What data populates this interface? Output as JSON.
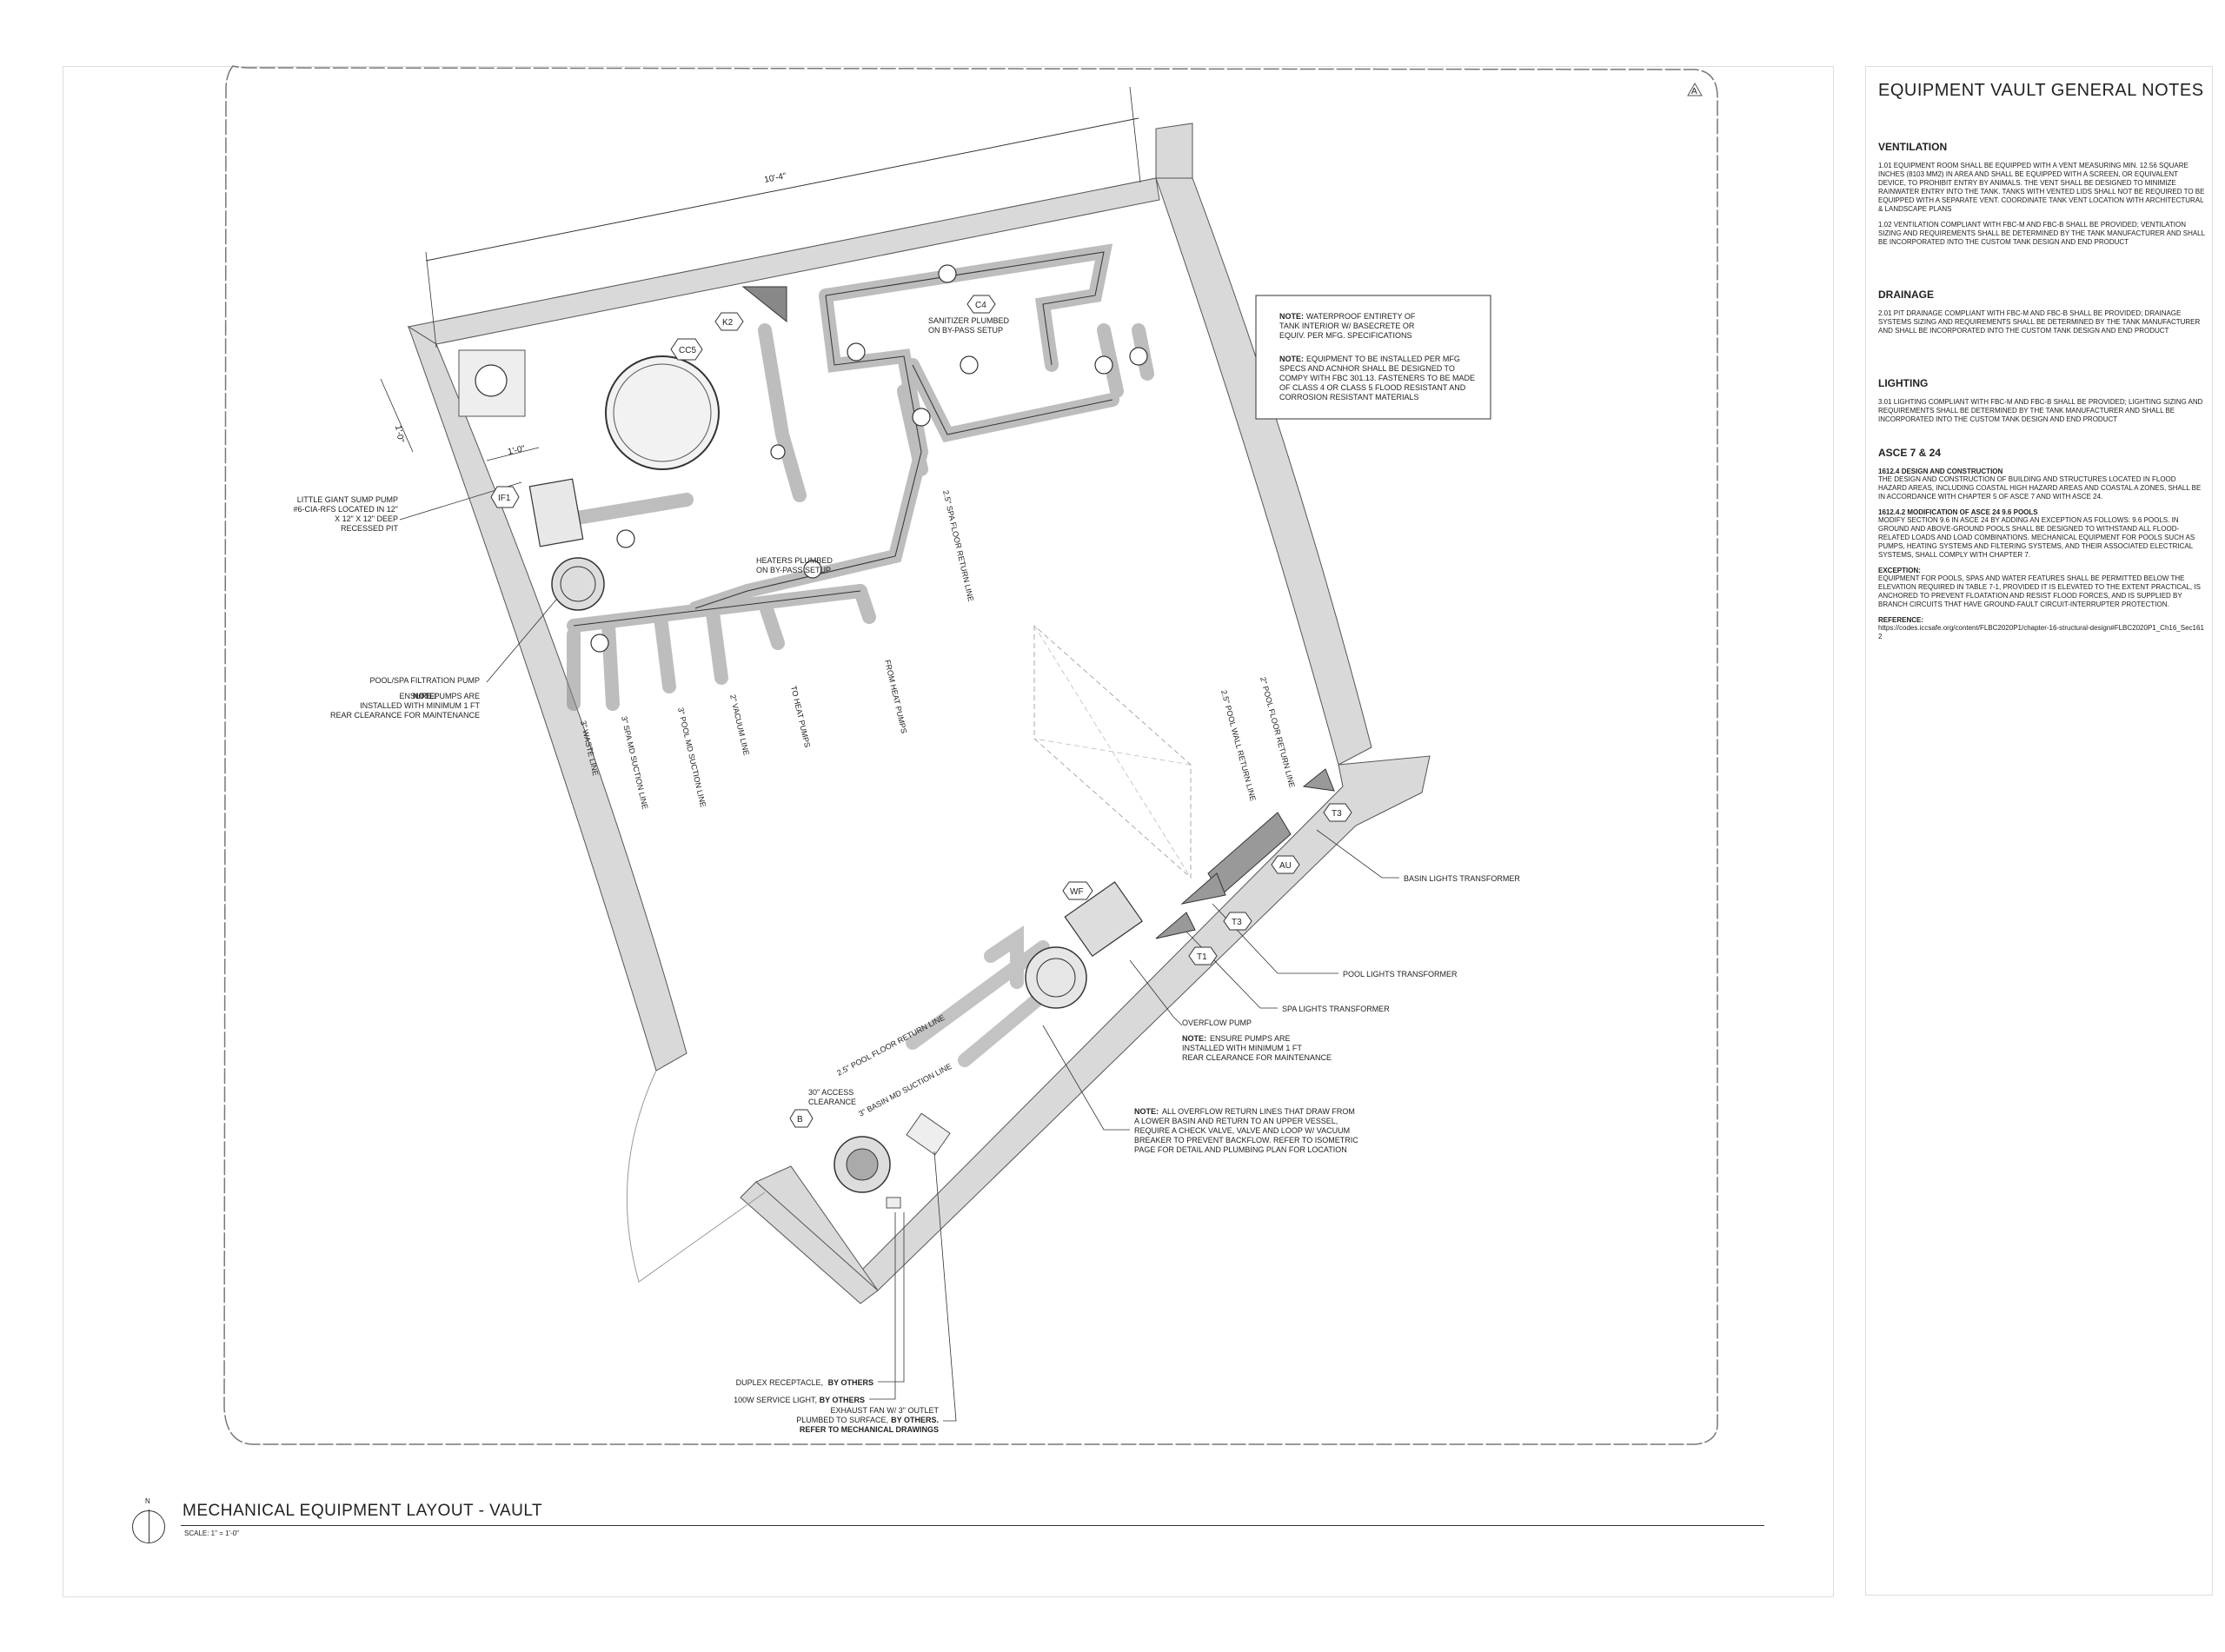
{
  "notes_panel": {
    "title": "EQUIPMENT VAULT GENERAL NOTES",
    "ventilation": {
      "heading": "VENTILATION",
      "p1": "1.01 EQUIPMENT ROOM SHALL BE EQUIPPED WITH A VENT MEASURING MIN. 12.56 SQUARE INCHES (8103 MM2) IN AREA AND SHALL BE EQUIPPED WITH A SCREEN, OR EQUIVALENT DEVICE, TO PROHIBIT ENTRY BY ANIMALS. THE VENT SHALL BE DESIGNED TO MINIMIZE RAINWATER ENTRY INTO THE TANK. TANKS WITH VENTED LIDS SHALL NOT BE REQUIRED TO BE EQUIPPED WITH A SEPARATE VENT. COORDINATE TANK VENT LOCATION WITH ARCHITECTURAL & LANDSCAPE PLANS",
      "p2": "1.02 VENTILATION COMPLIANT WITH FBC-M AND FBC-B SHALL BE PROVIDED; VENTILATION SIZING AND REQUIREMENTS SHALL BE DETERMINED BY THE TANK MANUFACTURER AND SHALL BE INCORPORATED INTO THE CUSTOM TANK DESIGN AND END PRODUCT"
    },
    "drainage": {
      "heading": "DRAINAGE",
      "p1": "2.01 PIT DRAINAGE COMPLIANT WITH FBC-M AND FBC-B SHALL BE PROVIDED; DRAINAGE SYSTEMS SIZING AND REQUIREMENTS SHALL BE DETERMINED BY THE TANK MANUFACTURER AND SHALL BE INCORPORATED INTO THE CUSTOM TANK DESIGN AND END PRODUCT"
    },
    "lighting": {
      "heading": "LIGHTING",
      "p1": "3.01 LIGHTING COMPLIANT WITH FBC-M AND FBC-B SHALL BE PROVIDED; LIGHTING SIZING AND REQUIREMENTS SHALL BE DETERMINED BY THE TANK MANUFACTURER AND SHALL BE INCORPORATED INTO THE CUSTOM TANK DESIGN AND END PRODUCT"
    },
    "asce": {
      "heading": "ASCE 7 & 24",
      "s1_head": "1612.4 DESIGN AND CONSTRUCTION",
      "s1_body": "THE DESIGN AND CONSTRUCTION OF BUILDING AND STRUCTURES LOCATED IN FLOOD HAZARD AREAS, INCLUDING COASTAL HIGH HAZARD AREAS AND COASTAL A ZONES, SHALL BE IN ACCORDANCE WITH CHAPTER 5 OF ASCE 7 AND WITH ASCE 24.",
      "s2_head": "1612.4.2 MODIFICATION OF ASCE 24 9.6 POOLS",
      "s2_body": "MODIFY SECTION 9.6 IN ASCE 24 BY ADDING AN EXCEPTION AS FOLLOWS: 9.6 POOLS. IN GROUND AND ABOVE-GROUND POOLS SHALL BE DESIGNED TO WITHSTAND ALL FLOOD-RELATED LOADS AND LOAD COMBINATIONS. MECHANICAL EQUIPMENT FOR POOLS SUCH AS PUMPS, HEATING SYSTEMS AND FILTERING SYSTEMS, AND THEIR ASSOCIATED ELECTRICAL SYSTEMS, SHALL COMPLY WITH CHAPTER 7.",
      "exc_head": "EXCEPTION:",
      "exc_body": "EQUIPMENT FOR POOLS, SPAS AND WATER FEATURES SHALL BE PERMITTED BELOW THE ELEVATION REQUIRED IN TABLE 7-1, PROVIDED IT IS ELEVATED TO THE EXTENT PRACTICAL, IS ANCHORED TO PREVENT FLOATATION AND RESIST FLOOD FORCES, AND IS SUPPLIED BY BRANCH CIRCUITS THAT HAVE GROUND-FAULT CIRCUIT-INTERRUPTER PROTECTION.",
      "ref_head": "REFERENCE:",
      "ref_body": "https://codes.iccsafe.org/content/FLBC2020P1/chapter-16-structural-design#FLBC2020P1_Ch16_Sec1612"
    }
  },
  "drawing": {
    "revision_mark": "A",
    "dim_top": "10'-4\"",
    "dim_pit_v": "1'-0\"",
    "dim_pit_h": "1'-0\"",
    "tags": {
      "cc5": "CC5",
      "k2": "K2",
      "c4": "C4",
      "if1": "IF1",
      "wf": "WF",
      "b": "B",
      "au": "AU",
      "t1": "T1",
      "t2": "T3",
      "t3": "T3"
    },
    "note_box": {
      "n1_bold": "NOTE:",
      "n1": "WATERPROOF ENTIRETY OF",
      "n1b": "TANK INTERIOR W/ BASECRETE OR",
      "n1c": "EQUIV. PER MFG. SPECIFICATIONS",
      "n2_bold": "NOTE:",
      "n2": "EQUIPMENT TO BE INSTALLED PER MFG",
      "n2b": "SPECS AND ACNHOR SHALL BE DESIGNED TO",
      "n2c": "COMPY WITH FBC 301.13. FASTENERS TO BE MADE",
      "n2d": "OF CLASS 4 OR CLASS 5 FLOOD RESISTANT AND",
      "n2e": "CORROSION RESISTANT MATERIALS"
    },
    "labels": {
      "sump_1": "LITTLE GIANT SUMP PUMP",
      "sump_2": "#6-CIA-RFS LOCATED IN 12\"",
      "sump_3": "X 12\" X 12\" DEEP",
      "sump_4": "RECESSED PIT",
      "sanitizer_1": "SANITIZER PLUMBED",
      "sanitizer_2": "ON BY-PASS SETUP",
      "heaters_1": "HEATERS PLUMBED",
      "heaters_2": "ON BY-PASS SETUP",
      "filtration": "POOL/SPA FILTRATION PUMP",
      "filt_note_bold": "NOTE:",
      "filt_note_1": "ENSURE PUMPS ARE",
      "filt_note_2": "INSTALLED WITH MINIMUM 1 FT",
      "filt_note_3": "REAR CLEARANCE FOR MAINTENANCE",
      "spa_floor_return": "2.5\" SPA FLOOR RETURN LINE",
      "waste_line": "3\" WASTE LINE",
      "spa_md_suction": "3\" SPA MD SUCTION LINE",
      "pool_md_suction": "3\" POOL MD SUCTION LINE",
      "vacuum_line": "2\" VACUUM LINE",
      "to_heat_pumps": "TO HEAT PUMPS",
      "from_heat_pumps": "FROM HEAT PUMPS",
      "pool_floor_return_r": "2\" POOL FLOOR RETURN LINE",
      "pool_wall_return": "2.5\" POOL WALL RETURN LINE",
      "basin_lights": "BASIN LIGHTS TRANSFORMER",
      "pool_lights": "POOL LIGHTS TRANSFORMER",
      "spa_lights": "SPA LIGHTS TRANSFORMER",
      "overflow_pump": "OVERFLOW PUMP",
      "ov_note_bold": "NOTE:",
      "ov_note_1": "ENSURE PUMPS ARE",
      "ov_note_2": "INSTALLED WITH MINIMUM 1 FT",
      "ov_note_3": "REAR CLEARANCE FOR MAINTENANCE",
      "pool_floor_return_l": "2.5\" POOL FLOOR RETURN LINE",
      "basin_md_suction": "3\" BASIN MD SUCTION LINE",
      "access_1": "30\" ACCESS",
      "access_2": "CLEARANCE",
      "backflow_bold": "NOTE:",
      "backflow_1": "ALL OVERFLOW RETURN LINES THAT DRAW FROM",
      "backflow_2": "A LOWER BASIN AND RETURN TO AN UPPER VESSEL,",
      "backflow_3": "REQUIRE A CHECK VALVE, VALVE AND LOOP W/ VACUUM",
      "backflow_4": "BREAKER TO PREVENT BACKFLOW. REFER TO ISOMETRIC",
      "backflow_5": "PAGE FOR DETAIL AND PLUMBING PLAN FOR LOCATION",
      "duplex": "DUPLEX RECEPTACLE,",
      "duplex_b": "BY OTHERS",
      "service_light": "100W SERVICE LIGHT,",
      "service_light_b": "BY OTHERS",
      "exhaust_1": "EXHAUST FAN W/ 3\" OUTLET",
      "exhaust_2": "PLUMBED TO SURFACE,",
      "exhaust_2b": "BY OTHERS.",
      "exhaust_3": "REFER TO MECHANICAL DRAWINGS"
    }
  },
  "title_block": {
    "north": "N",
    "title": "MECHANICAL EQUIPMENT LAYOUT - VAULT",
    "scale": "SCALE: 1\" = 1'-0\""
  }
}
